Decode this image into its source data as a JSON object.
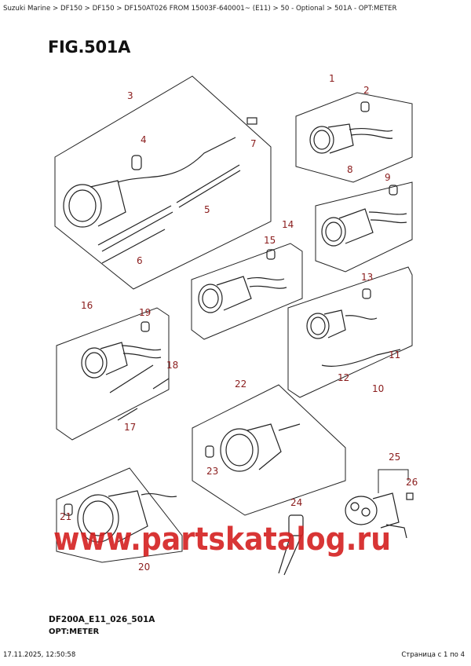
{
  "breadcrumb": "Suzuki Marine > DF150 > DF150 > DF150AT026 FROM 15003F-640001~ (E11) > 50 - Optional > 501A - OPT:METER",
  "figure_title": "FIG.501A",
  "drawing_code": "DF200A_E11_026_501A",
  "drawing_name": "OPT:METER",
  "timestamp": "17.11.2025, 12:50:58",
  "page_info": "Страница с 1 по 4",
  "watermark": "www.partskatalog.ru",
  "callout_color": "#8a1c1c",
  "callouts": [
    "1",
    "2",
    "3",
    "4",
    "5",
    "6",
    "7",
    "8",
    "9",
    "10",
    "11",
    "12",
    "13",
    "14",
    "15",
    "16",
    "17",
    "18",
    "19",
    "20",
    "21",
    "22",
    "23",
    "24",
    "25",
    "26"
  ]
}
